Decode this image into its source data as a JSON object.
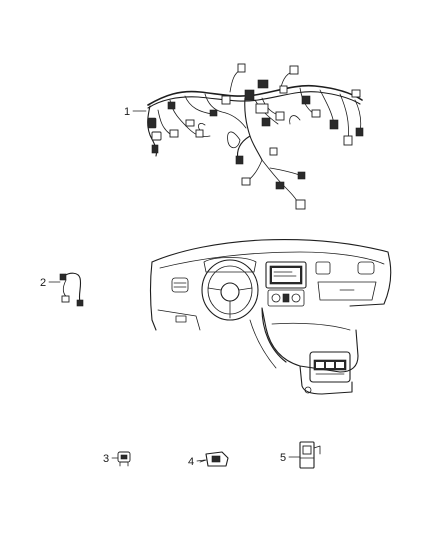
{
  "callouts": [
    {
      "id": "1",
      "label": "1"
    },
    {
      "id": "2",
      "label": "2"
    },
    {
      "id": "3",
      "label": "3"
    },
    {
      "id": "4",
      "label": "4"
    },
    {
      "id": "5",
      "label": "5"
    }
  ],
  "colors": {
    "line": "#1e1e1e",
    "background": "#ffffff"
  }
}
